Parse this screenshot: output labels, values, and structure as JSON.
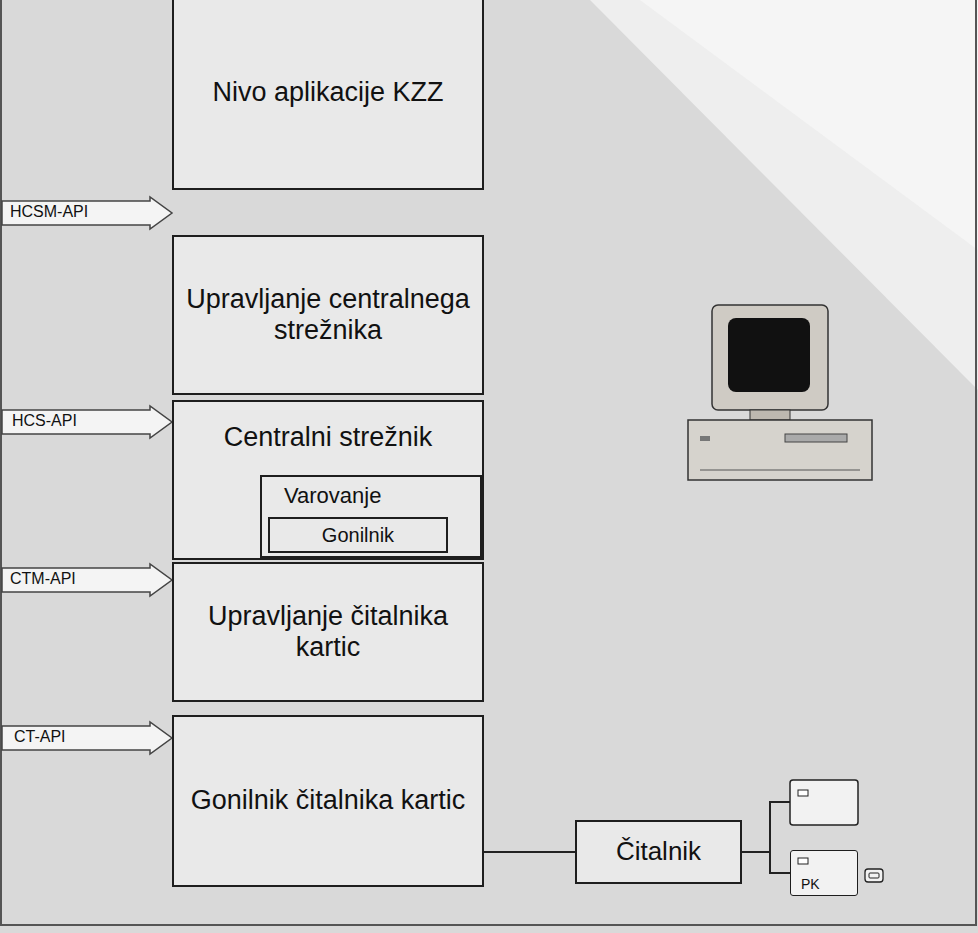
{
  "diagram": {
    "nodes": [
      {
        "text": [
          "Nivo aplikacije KZZ"
        ]
      },
      {
        "text": [
          "Upravljanje centralnega strežnika"
        ]
      },
      {
        "text": [
          "Centralni strežnik"
        ]
      },
      {
        "text": [
          "Varovanje"
        ],
        "in": 2
      },
      {
        "text": [
          "Gonilnik"
        ],
        "in": 3
      },
      {
        "text": [
          "Upravljanje čitalnika kartic"
        ]
      },
      {
        "text": [
          "Gonilnik čitalnika kartic"
        ]
      },
      {
        "text": [
          "Čitalnik"
        ]
      },
      {
        "text": [
          "PK"
        ]
      }
    ],
    "edges": [
      {
        "from": 6,
        "to": 7,
        "arrow": "none"
      },
      {
        "from": 7,
        "to": 8,
        "arrow": "none"
      }
    ],
    "labels": [
      "HCSM-API",
      "HCS-API",
      "CTM-API",
      "CT-API"
    ]
  }
}
